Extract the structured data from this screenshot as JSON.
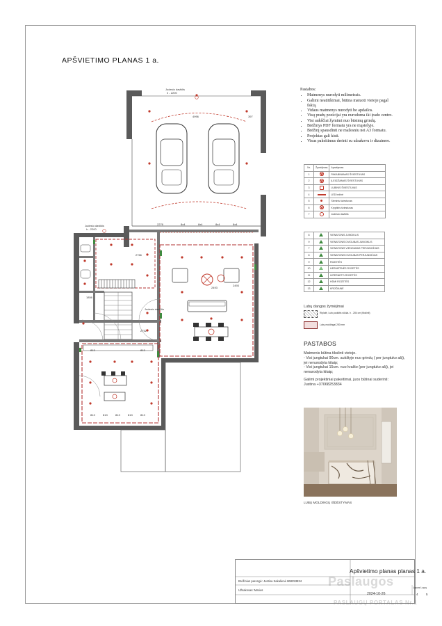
{
  "title": "APŠVIETIMO  PLANAS 1 a.",
  "plan": {
    "motion_top": "Judesio daviklis",
    "motion_top_h": "h - 2200",
    "motion_left": "Judesio daviklis",
    "motion_left_h": "h - 2200",
    "motion_mid": "Judesio daviklis",
    "dims": [
      "4996",
      "397",
      "2276",
      "8x4",
      "8x4",
      "8x4",
      "8x4",
      "2766",
      "1856",
      "2493",
      "2493",
      "2752",
      "813",
      "813",
      "813",
      "813",
      "813",
      "813",
      "813"
    ]
  },
  "notes": {
    "heading": "Pastabos:",
    "items": [
      "Matmenys nurodyti milimetrais.",
      "Galimi neatitikimai, būtina matuoti vietoje pagal faktą.",
      "Vidaus matmenys nurodyti be apdailos.",
      "Visų pradų pozicijai yra nurodoma iki įrado centro.",
      "Visi aukščiai žymimi nuo būsimų grindų.",
      "Brėžinys PDF formatu yra ne mąstelyje.",
      "Brėžinį spausdinti ne mažesniu nei A3 formatu.",
      "Projektas gali kisti.",
      "Visus pakeitimus derinti su užsakovu ir dizainere."
    ]
  },
  "legend1": {
    "header_no": "Nr.",
    "header_sym": "Žymėjimas",
    "header_desc": "Aprašymas",
    "rows": [
      {
        "no": "1",
        "sym": "x",
        "label": "PAKABINAMAS ŠVIESTUVAS"
      },
      {
        "no": "2",
        "sym": "x",
        "label": "ĮLEIDŽIAMAS ŠVIESTUVAS"
      },
      {
        "no": "3",
        "sym": "sq",
        "label": "LUBINIS ŠVIESTUVAS"
      },
      {
        "no": "4",
        "sym": "line",
        "label": "LED ledinė"
      },
      {
        "no": "5",
        "sym": "dot",
        "label": "Sieninis šviestuvas"
      },
      {
        "no": "6",
        "sym": "x",
        "label": "Kryptinis šviestuvas"
      },
      {
        "no": "7",
        "sym": "o",
        "label": "Judesio daviklis"
      }
    ]
  },
  "legend2": {
    "rows": [
      {
        "no": "8",
        "label": "VIENATONIS JUNGIKLIS"
      },
      {
        "no": "9",
        "label": "VIENATONIS DVIGUBAS JUNGIKLIS"
      },
      {
        "no": "7",
        "label": "VIENATONIS VIENGUBAS PERJUNGĖJAS"
      },
      {
        "no": "8",
        "label": "VIENATONIS DVIGUBAS PERJUNGĖJAS"
      },
      {
        "no": "9",
        "label": "ROZETĖS"
      },
      {
        "no": "10",
        "label": "HERMETINĖS ROZETĖS"
      },
      {
        "no": "11",
        "label": "INTERNETO ROZETĖS"
      },
      {
        "no": "12",
        "label": "HDMI ROZETĖS"
      },
      {
        "no": "13",
        "label": "KRŪČIAINĖ"
      }
    ]
  },
  "ceiling": {
    "heading": "Lubų dangos žymėjimai",
    "row1": "Riplatė, Lubų aukštis sūkiai- h - 284 cm (tikslinti)",
    "row2": "Lubų moldingai 250 mm"
  },
  "pastabos": {
    "heading": "PASTABOS",
    "line1": "Matmenis būtina tikslinti vietoje.",
    "line2": "- Visi jungtukai 90cm. aukštyje nuo grindų ( per jungtuko ašį), jei nenurodyta kitaip;",
    "line3": "- Visi jungtukai 15cm. nuo krašto (per jungtuko ašį), jei nenurodyta kitaip;",
    "line4": "Galimi projektiniai pakeitimai, juos būtinai suderinti:",
    "line5": "Justina +37068253834"
  },
  "photo_caption": "LUBŲ MOLDINGŲ IŠDĖSTYMAS",
  "title_block": {
    "title": "Apšvietimo planas planas 1 a.",
    "prepared": "Brėžinius parengė: Justina Sakalienė 868253834",
    "client": "Užsakovas: Marius",
    "date": "2024-10-26",
    "sheet_label": "Lapas  Lapų",
    "sheet_no": "4",
    "sheet_total": "5"
  },
  "watermark": {
    "line1": "Paslaugos",
    "line2": "PASLAUGŲ PORTALAS  Nr.1"
  },
  "colors": {
    "wall": "#5a5a5a",
    "light": "#c0392b",
    "switch": "#3f8a3f",
    "ceiling_zone": "#8a2b2b"
  }
}
